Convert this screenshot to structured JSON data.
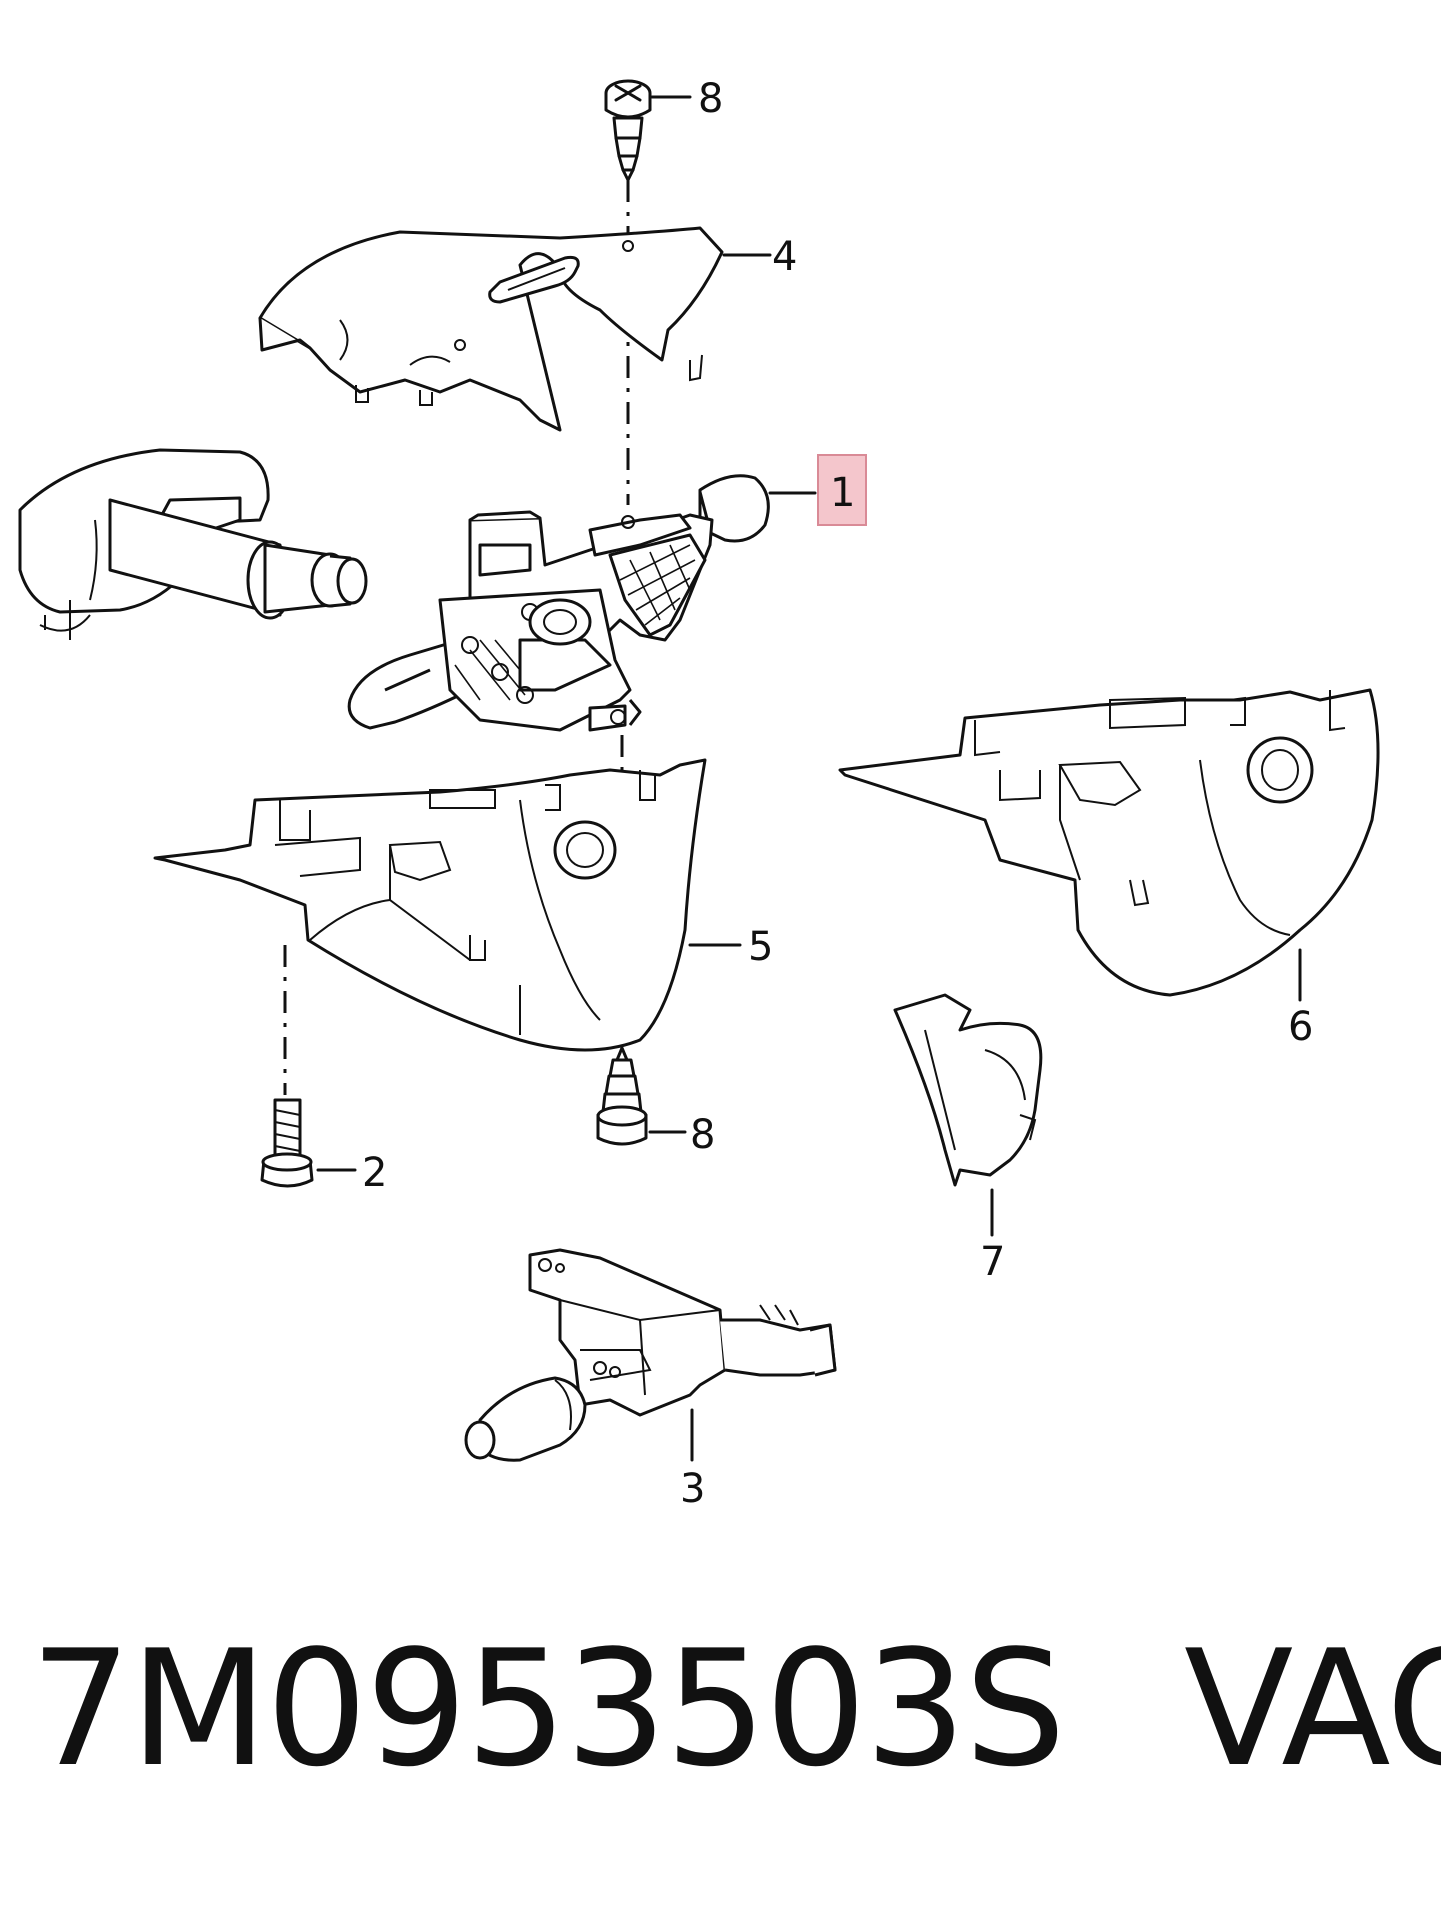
{
  "callouts": {
    "c1": "1",
    "c2": "2",
    "c3": "3",
    "c4": "4",
    "c5": "5",
    "c6": "6",
    "c7": "7",
    "c8_top": "8",
    "c8_bottom": "8"
  },
  "highlight_color": "#f4c6cc",
  "footer": {
    "part_number": "7M0953503S",
    "brand": "VAG"
  }
}
